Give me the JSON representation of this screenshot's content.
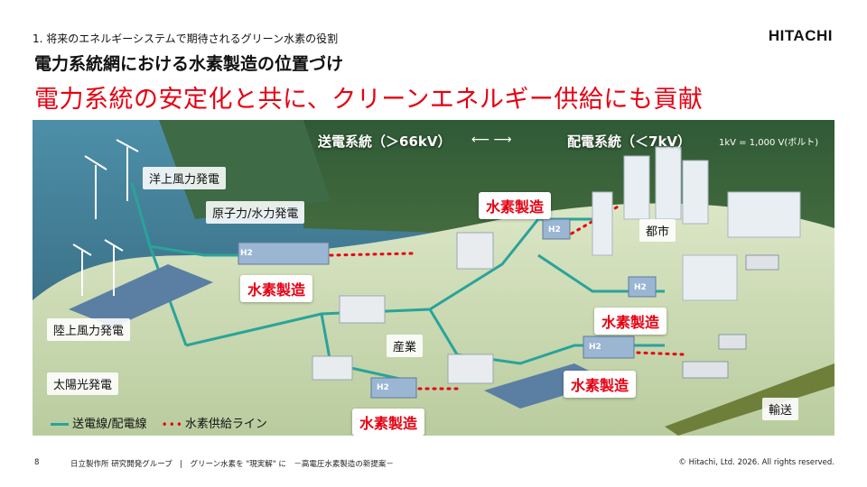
{
  "header": {
    "section": "1. 将来のエネルギーシステムで期待されるグリーン水素の役割",
    "logo": "HITACHI",
    "title": "電力系統網における水素製造の位置づけ",
    "subtitle": "電力系統の安定化と共に、クリーンエネルギー供給にも貢献"
  },
  "diagram": {
    "transmission": "送電系統（＞66kV）",
    "distribution": "配電系統（＜7kV）",
    "unit_note": "1kV = 1,000 V(ボルト)",
    "labels": {
      "offshore_wind": "洋上風力発電",
      "nuclear_hydro": "原子力/水力発電",
      "onshore_wind": "陸上風力発電",
      "solar": "太陽光発電",
      "industry": "産業",
      "city": "都市",
      "transport": "輸送"
    },
    "h2_production": [
      "水素製造",
      "水素製造",
      "水素製造",
      "水素製造",
      "水素製造"
    ],
    "h2_mark": "H2",
    "legend": {
      "lines": "送電線/配電線",
      "supply": "水素供給ライン"
    },
    "colors": {
      "accent": "#e60012",
      "grid_line": "#2aa39a",
      "ground": "#c9d7b5",
      "sea": "#3c6f86"
    }
  },
  "footer": {
    "page": "8",
    "center": "日立製作所 研究開発グループ　|　グリーン水素を \"現実解\" に　－高電圧水素製造の新提案－",
    "copyright": "© Hitachi, Ltd. 2026. All rights reserved."
  }
}
